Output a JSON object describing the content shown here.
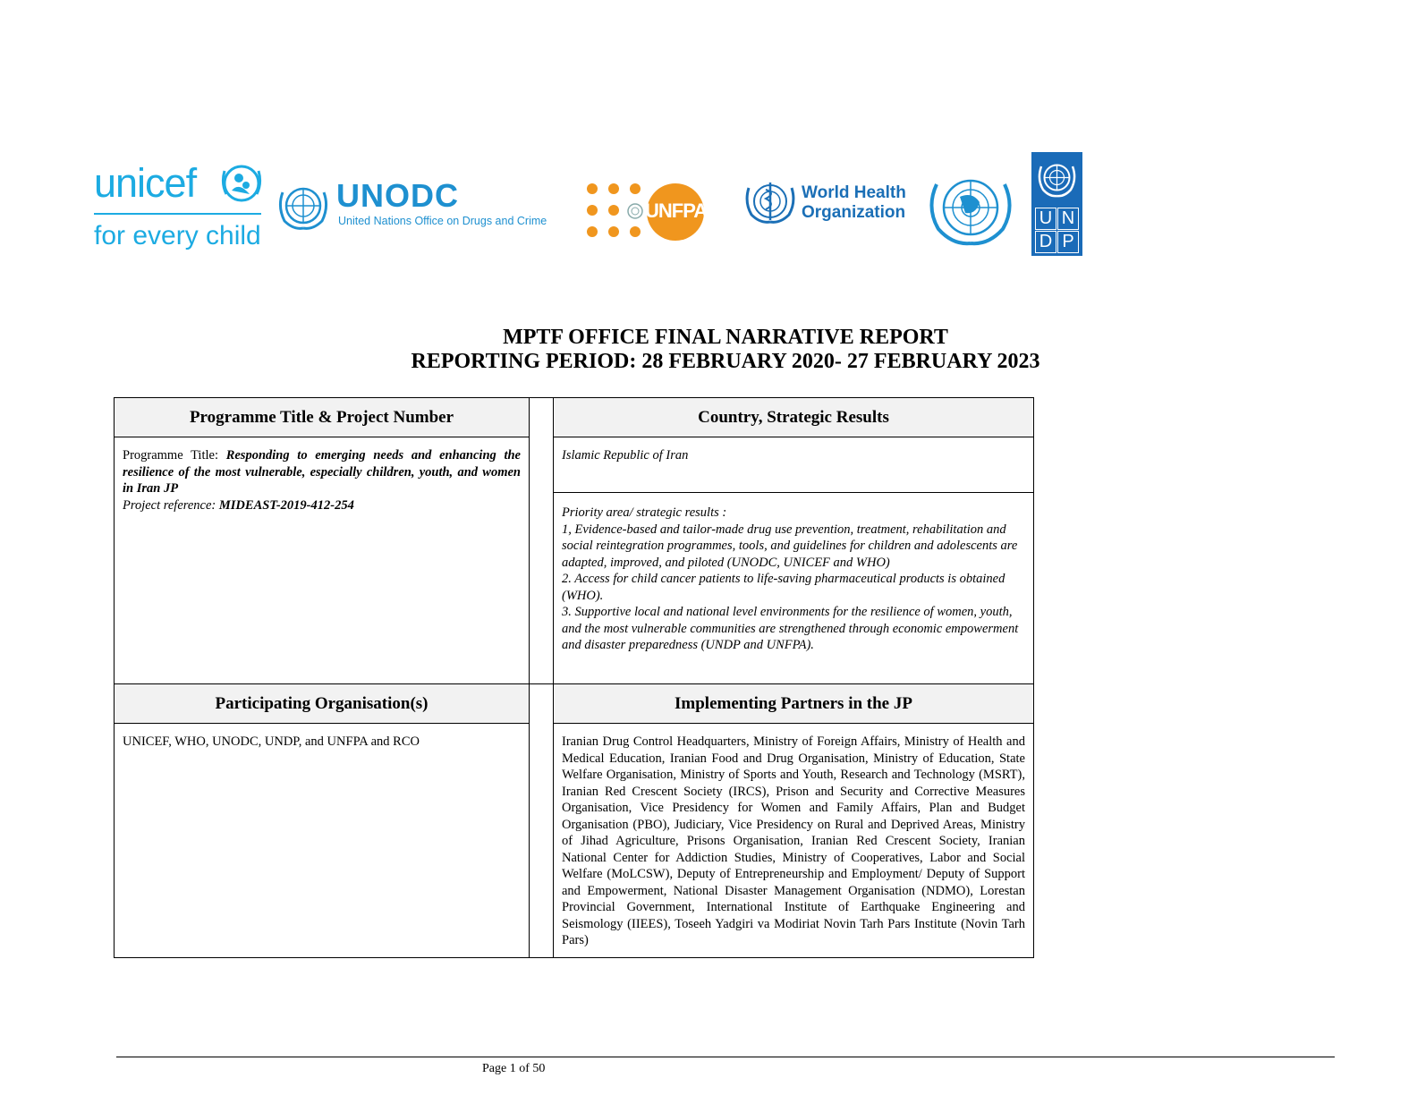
{
  "logos": {
    "unicef": {
      "word": "unicef",
      "tagline": "for every child",
      "color": "#1CABE2"
    },
    "unodc": {
      "word": "UNODC",
      "subtitle": "United Nations Office on Drugs and Crime",
      "color": "#1E90D0"
    },
    "unfpa": {
      "word": "UNFPA",
      "color": "#F0961E"
    },
    "who": {
      "line1": "World Health",
      "line2": "Organization",
      "color": "#1B6FB6"
    },
    "un": {
      "icon": "un-emblem-icon"
    },
    "undp": {
      "letters": [
        "U",
        "N",
        "D",
        "P"
      ],
      "color": "#1A6BB8"
    }
  },
  "report": {
    "title_line1": "MPTF OFFICE FINAL NARRATIVE REPORT",
    "title_line2": "REPORTING PERIOD: 28 FEBRUARY 2020- 27 FEBRUARY 2023"
  },
  "table": {
    "header_programme": "Programme Title & Project Number",
    "header_country": "Country, Strategic Results",
    "programme_title_label": "Programme Title: ",
    "programme_title_value": "Responding to emerging needs and enhancing the resilience of the most vulnerable, especially children, youth, and women in Iran JP",
    "project_reference_label": "Project reference: ",
    "project_reference_value": "MIDEAST-2019-412-254",
    "country": "Islamic Republic of Iran",
    "priority_heading": "Priority area/ strategic results :",
    "priority_1": "1, Evidence-based and tailor-made drug use prevention, treatment, rehabilitation and social reintegration programmes, tools, and guidelines for children and adolescents are adapted, improved, and piloted (UNODC, UNICEF and WHO)",
    "priority_2": "2. Access for child cancer patients to life-saving pharmaceutical products is obtained (WHO).",
    "priority_3": "3. Supportive local and national level environments for the resilience of women, youth, and the most vulnerable communities are strengthened through economic empowerment and disaster preparedness (UNDP and UNFPA).",
    "header_participating": "Participating Organisation(s)",
    "header_implementing": "Implementing Partners in the JP",
    "participating_orgs": "UNICEF, WHO, UNODC, UNDP, and UNFPA and RCO",
    "implementing_partners": "Iranian Drug Control Headquarters, Ministry of Foreign Affairs, Ministry of Health and Medical Education, Iranian Food and Drug Organisation, Ministry of Education, State Welfare Organisation, Ministry of Sports and Youth, Research and Technology (MSRT), Iranian Red Crescent Society (IRCS), Prison and Security and Corrective Measures Organisation, Vice Presidency for Women and Family Affairs, Plan and Budget Organisation (PBO), Judiciary, Vice Presidency on Rural and Deprived Areas, Ministry of Jihad Agriculture, Prisons Organisation, Iranian Red Crescent Society, Iranian National Center for Addiction Studies, Ministry of Cooperatives, Labor and Social Welfare (MoLCSW), Deputy of Entrepreneurship and Employment/ Deputy of Support and Empowerment, National Disaster Management Organisation (NDMO), Lorestan Provincial Government, International Institute of Earthquake Engineering and Seismology (IIEES), Toseeh Yadgiri va Modiriat Novin Tarh Pars Institute (Novin Tarh Pars)"
  },
  "footer": {
    "page": "Page 1 of 50"
  }
}
